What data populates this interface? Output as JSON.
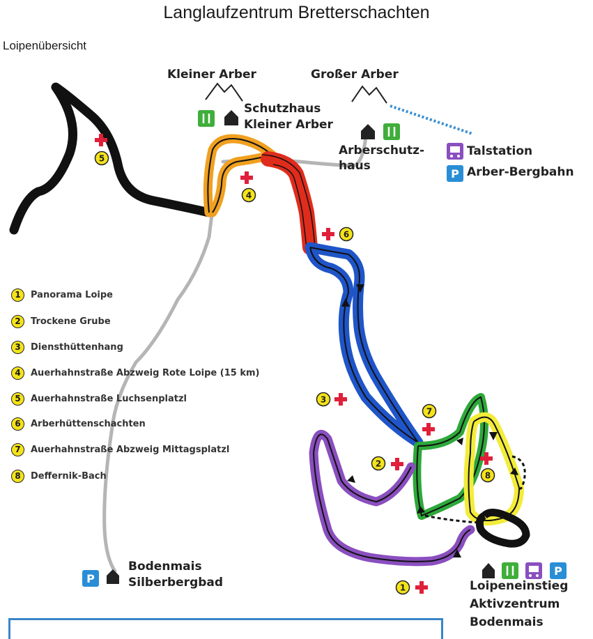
{
  "title": "Langlaufzentrum Bretterschachten",
  "subtitle": "Loipenübersicht",
  "peaks": {
    "kleiner_arber": "Kleiner Arber",
    "grosser_arber": "Großer Arber"
  },
  "places": {
    "schutzhaus_line1": "Schutzhaus",
    "schutzhaus_line2": "Kleiner Arber",
    "arberschutzhaus_line1": "Arberschutz-",
    "arberschutzhaus_line2": "haus",
    "talstation": "Talstation",
    "bergbahn": "Arber-Bergbahn",
    "bodenmais_line1": "Bodenmais",
    "bodenmais_line2": "Silberbergbad",
    "einstieg_line1": "Loipeneinstieg",
    "einstieg_line2": "Aktivzentrum",
    "einstieg_line3": "Bodenmais"
  },
  "icons": {
    "parking_letter": "P"
  },
  "legend": [
    {
      "num": "1",
      "label": "Panorama Loipe"
    },
    {
      "num": "2",
      "label": "Trockene Grube"
    },
    {
      "num": "3",
      "label": "Diensthüttenhang"
    },
    {
      "num": "4",
      "label": "Auerhahnstraße Abzweig Rote Loipe (15 km)"
    },
    {
      "num": "5",
      "label": "Auerhahnstraße Luchsenplatzl"
    },
    {
      "num": "6",
      "label": "Arberhüttenschachten"
    },
    {
      "num": "7",
      "label": "Auerhahnstraße Abzweig Mittagsplatzl"
    },
    {
      "num": "8",
      "label": "Deffernik-Bach"
    }
  ],
  "markers": [
    {
      "num": "5"
    },
    {
      "num": "4"
    },
    {
      "num": "6"
    },
    {
      "num": "3"
    },
    {
      "num": "2"
    },
    {
      "num": "7"
    },
    {
      "num": "8"
    },
    {
      "num": "1"
    }
  ],
  "colors": {
    "trail_black": "#111111",
    "trail_orange": "#f0a020",
    "trail_red": "#e02c1c",
    "trail_blue": "#1f55c8",
    "trail_purple": "#8a4fbf",
    "trail_green": "#2ea83a",
    "trail_yellow": "#f2ec3a",
    "path_grey": "#b5b5b5",
    "cable_blue": "#3a8fd0",
    "marker_yellow": "#f4e31a",
    "cross_red": "#e0203a",
    "food_green": "#3fae3a",
    "bus_purple": "#8a4fbf",
    "parking_blue": "#2a8ed6"
  }
}
